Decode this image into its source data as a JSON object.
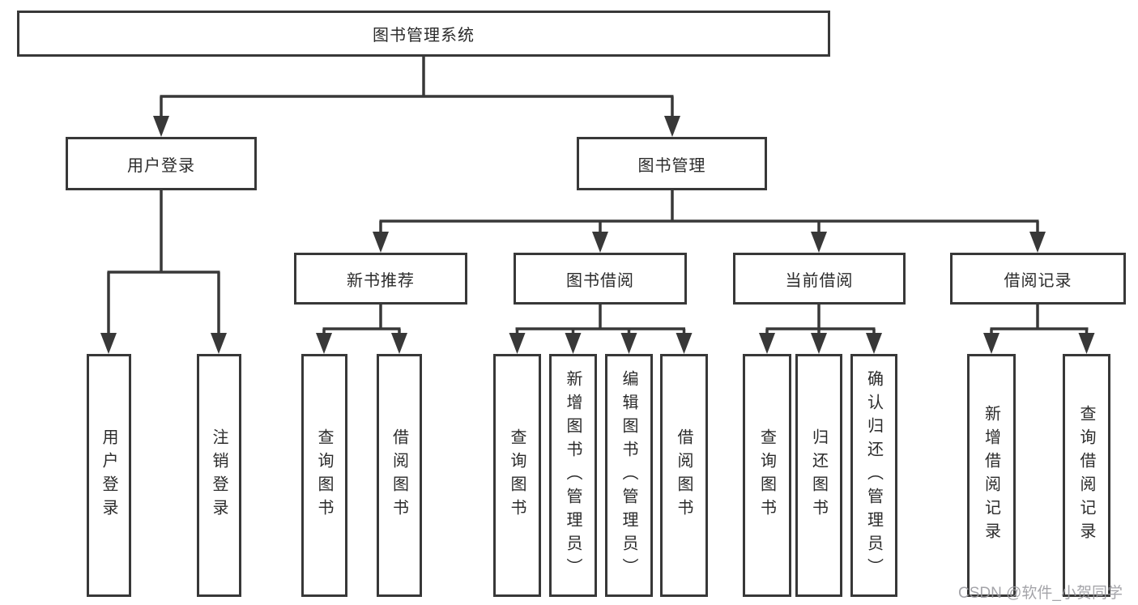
{
  "diagram": {
    "title": "图书管理系统",
    "root": {
      "label": "图书管理系统"
    },
    "level2": [
      {
        "label": "用户登录"
      },
      {
        "label": "图书管理"
      }
    ],
    "level3": [
      {
        "label": "新书推荐"
      },
      {
        "label": "图书借阅"
      },
      {
        "label": "当前借阅"
      },
      {
        "label": "借阅记录"
      }
    ],
    "leaves": {
      "user_login": [
        "用户登录",
        "注销登录"
      ],
      "new_book": [
        "查询图书",
        "借阅图书"
      ],
      "book_borrow": [
        "查询图书",
        "新增图书（管理员）",
        "编辑图书（管理员）",
        "借阅图书"
      ],
      "current_borrow": [
        "查询图书",
        "归还图书",
        "确认归还（管理员）"
      ],
      "borrow_record": [
        "新增借阅记录",
        "查询借阅记录"
      ]
    },
    "colors": {
      "line": "#383838",
      "box_border": "#383838",
      "text": "#2b2b2b",
      "watermark": "#9b9ba0",
      "background": "#ffffff"
    },
    "watermark": "CSDN @软件_小贺同学"
  }
}
